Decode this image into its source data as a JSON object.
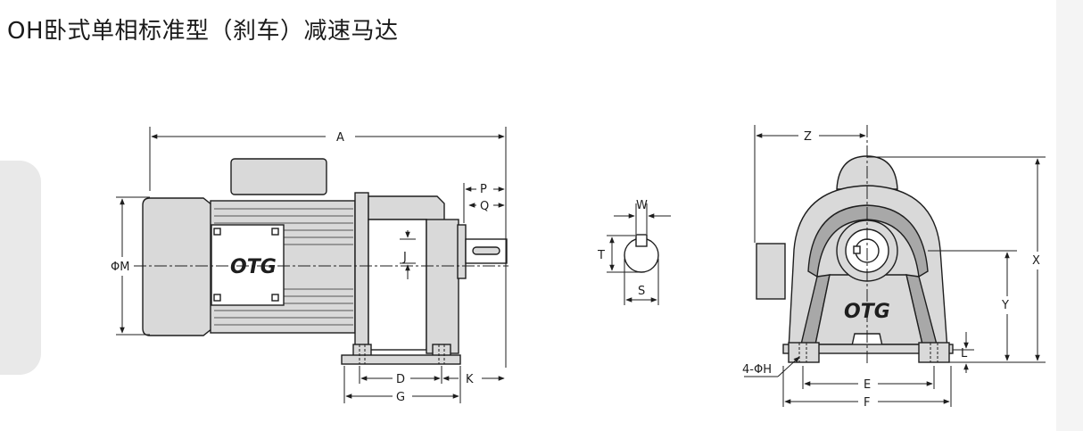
{
  "title": "OH卧式单相标准型（刹车）减速马达",
  "brand": "OTG",
  "labels": {
    "A": "A",
    "P": "P",
    "Q": "Q",
    "J": "J",
    "M": "ΦM",
    "D": "D",
    "G": "G",
    "K": "K",
    "W": "W",
    "T": "T",
    "S": "S",
    "Z": "Z",
    "X": "X",
    "Y": "Y",
    "L": "L",
    "H": "4-ΦH",
    "E": "E",
    "F": "F"
  },
  "colors": {
    "line": "#1e1e1e",
    "fill": "#d9d9d9",
    "fill_dark": "#a8a8a8",
    "tab": "#e9e9e9"
  }
}
